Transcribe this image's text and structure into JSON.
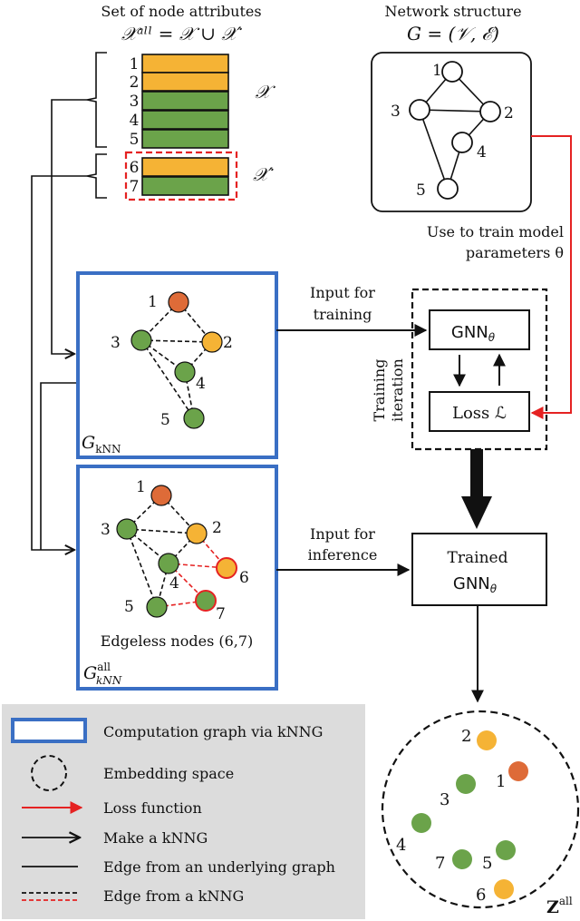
{
  "attributes": {
    "title": "Set of node attributes",
    "formula": "𝒳ᵃˡˡ = 𝒳 ∪ 𝒳′",
    "rows": [
      {
        "label": "1",
        "color": "#f5b335"
      },
      {
        "label": "2",
        "color": "#f5b335"
      },
      {
        "label": "3",
        "color": "#6ba34a"
      },
      {
        "label": "4",
        "color": "#6ba34a"
      },
      {
        "label": "5",
        "color": "#6ba34a"
      },
      {
        "label": "6",
        "color": "#f5b335"
      },
      {
        "label": "7",
        "color": "#6ba34a"
      }
    ],
    "set_label": "𝒳",
    "set_prime_label": "𝒳′"
  },
  "network": {
    "title": "Network structure",
    "formula": "G = (𝒱, ℰ)",
    "nodes": [
      "1",
      "2",
      "3",
      "4",
      "5"
    ],
    "note_line1": "Use to train model",
    "note_line2": "parameters  θ"
  },
  "gknn": {
    "nodes": [
      "1",
      "2",
      "3",
      "4",
      "5"
    ],
    "label_main": "G",
    "label_sub": "kNN"
  },
  "gall": {
    "nodes": [
      "1",
      "2",
      "3",
      "4",
      "5",
      "6",
      "7"
    ],
    "caption": "Edgeless nodes (6,7)",
    "label_main": "G",
    "label_sup": "all",
    "label_sub": "kNN"
  },
  "training": {
    "input_line1": "Input for",
    "input_line2": "training",
    "iter_line1": "Training",
    "iter_line2": "iteration",
    "gnn_main": "GNN",
    "gnn_sub": "θ",
    "loss": "Loss ℒ"
  },
  "inference": {
    "input_line1": "Input for",
    "input_line2": "inference",
    "trained_line1": "Trained",
    "gnn_main": "GNN",
    "gnn_sub": "θ"
  },
  "embedding": {
    "nodes": [
      "1",
      "2",
      "3",
      "4",
      "5",
      "6",
      "7"
    ],
    "label_main": "Z",
    "label_sup": "all"
  },
  "legend": {
    "items": [
      "Computation graph via kNNG",
      "Embedding space",
      "Loss function",
      "Make a kNNG",
      "Edge from an underlying graph",
      "Edge from a kNNG"
    ]
  },
  "colors": {
    "orange_node": "#f5b335",
    "green_node": "#6ba34a",
    "red_node": "#de6b38",
    "blue_box": "#3a6fc4",
    "red_arrow": "#e52222",
    "legend_bg": "#dcdcdc"
  }
}
